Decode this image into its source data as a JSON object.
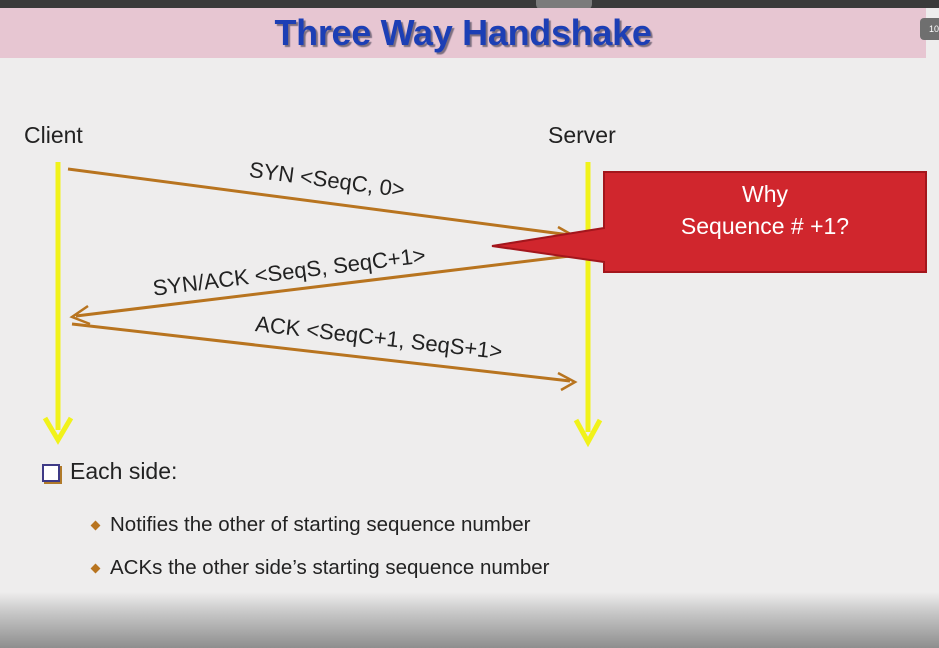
{
  "slide": {
    "title": "Three Way Handshake",
    "page_badge": "10"
  },
  "actors": {
    "client": "Client",
    "server": "Server"
  },
  "messages": [
    {
      "label": "SYN <SeqC, 0>",
      "from": "client",
      "to": "server"
    },
    {
      "label": "SYN/ACK <SeqS, SeqC+1>",
      "from": "server",
      "to": "client"
    },
    {
      "label": "ACK <SeqC+1, SeqS+1>",
      "from": "client",
      "to": "server"
    }
  ],
  "callout": {
    "line1": "Why",
    "line2": "Sequence # +1?"
  },
  "bullets": {
    "main": "Each side:",
    "sub": [
      "Notifies the other of starting sequence number",
      "ACKs the other side’s starting sequence number"
    ]
  },
  "colors": {
    "title": "#1c3fb5",
    "title_band": "#e7c6d2",
    "lifeline": "#f1f21a",
    "message_arrow": "#b8741f",
    "callout_fill": "#d0262d",
    "callout_border": "#a3161c"
  }
}
